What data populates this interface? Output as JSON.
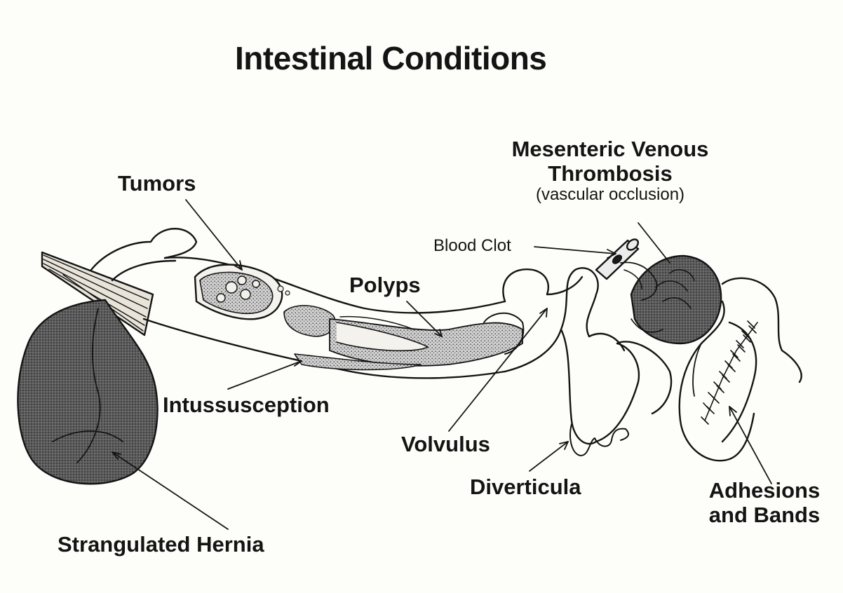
{
  "title": "Intestinal Conditions",
  "labels": {
    "tumors": "Tumors",
    "polyps": "Polyps",
    "mesenteric_line1": "Mesenteric Venous",
    "mesenteric_line2": "Thrombosis",
    "mesenteric_note": "(vascular occlusion)",
    "blood_clot": "Blood Clot",
    "intussusception": "Intussusception",
    "volvulus": "Volvulus",
    "diverticula": "Diverticula",
    "adhesions_line1": "Adhesions",
    "adhesions_line2": "and Bands",
    "strangulated_hernia": "Strangulated Hernia"
  },
  "colors": {
    "ink": "#141414",
    "paper": "#fdfdf9",
    "shade": "#6a6a6a",
    "stipple": "#a8a8a8"
  }
}
